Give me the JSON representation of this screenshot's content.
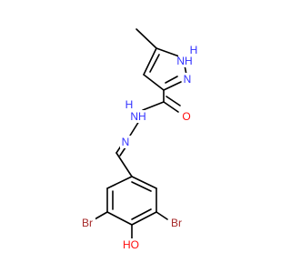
{
  "molecule": {
    "colors": {
      "bond": "#000000",
      "N": "#3030ff",
      "O": "#ff0d0d",
      "Br": "#a62929",
      "C": "#000000"
    },
    "atom_labels": {
      "pyrazole_nh": "NH",
      "pyrazole_h": "H",
      "pyrazole_n": "N",
      "hydrazide_nh": "NH",
      "hydrazide_h": "H",
      "imine_n": "N",
      "carbonyl_o": "O",
      "br_left": "Br",
      "br_right": "Br",
      "phenol_ho": "HO"
    }
  }
}
